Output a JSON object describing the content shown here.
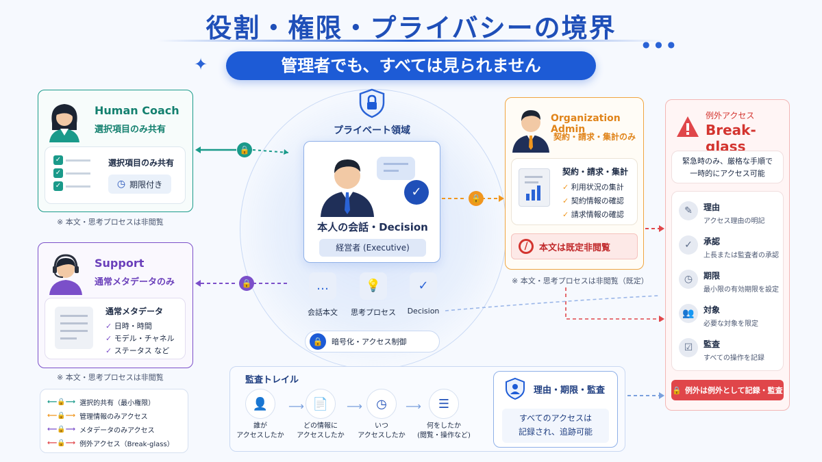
{
  "title": "役割・権限・プライバシーの境界",
  "subtitle": "管理者でも、すべては見られません",
  "human_coach": {
    "role": "Human Coach",
    "scope": "選択項目のみ共有",
    "inner_title": "選択項目のみ共有",
    "badge": "期限付き",
    "note": "※ 本文・思考プロセスは非閲覧"
  },
  "support": {
    "role": "Support",
    "scope": "通常メタデータのみ",
    "inner_title": "通常メタデータ",
    "items": [
      "日時・時間",
      "モデル・チャネル",
      "ステータス など"
    ],
    "note": "※ 本文・思考プロセスは非閲覧"
  },
  "private_zone": {
    "label": "プライベート領域",
    "center_title": "本人の会話・Decision",
    "center_badge": "経営者 (Executive)",
    "items": [
      "会話本文",
      "思考プロセス",
      "Decision"
    ],
    "encryption": "暗号化・アクセス制御"
  },
  "org_admin": {
    "role": "Organization Admin",
    "scope": "契約・請求・集計のみ",
    "inner_title": "契約・請求・集計",
    "items": [
      "利用状況の集計",
      "契約情報の確認",
      "請求情報の確認"
    ],
    "warning": "本文は既定非閲覧",
    "note": "※ 本文・思考プロセスは非閲覧（既定）"
  },
  "break_glass": {
    "label": "例外アクセス",
    "title": "Break-glass",
    "description": "緊急時のみ、厳格な手順で一時的にアクセス可能",
    "steps": [
      {
        "title": "理由",
        "desc": "アクセス理由の明記"
      },
      {
        "title": "承認",
        "desc": "上長または監査者の承認"
      },
      {
        "title": "期限",
        "desc": "最小限の有効期限を設定"
      },
      {
        "title": "対象",
        "desc": "必要な対象を限定"
      },
      {
        "title": "監査",
        "desc": "すべての操作を記録"
      }
    ],
    "footer": "例外は例外として記録・監査"
  },
  "audit_trail": {
    "label": "監査トレイル",
    "steps": [
      "誰が\nアクセスしたか",
      "どの情報に\nアクセスしたか",
      "いつ\nアクセスしたか",
      "何をしたか\n(閲覧・操作など)"
    ],
    "summary_title": "理由・期限・監査",
    "summary_text": "すべてのアクセスは\n記録され、追跡可能"
  },
  "legend": [
    {
      "label": "選択的共有（最小権限）",
      "color": "#1a9a8a"
    },
    {
      "label": "管理情報のみアクセス",
      "color": "#f0961e"
    },
    {
      "label": "メタデータのみアクセス",
      "color": "#7b4fc9"
    },
    {
      "label": "例外アクセス（Break-glass）",
      "color": "#e0464a"
    }
  ],
  "colors": {
    "coach": "#1a9a8a",
    "support": "#7b4fc9",
    "admin": "#f0961e",
    "break_glass": "#e0464a",
    "primary": "#1d5bd6"
  }
}
